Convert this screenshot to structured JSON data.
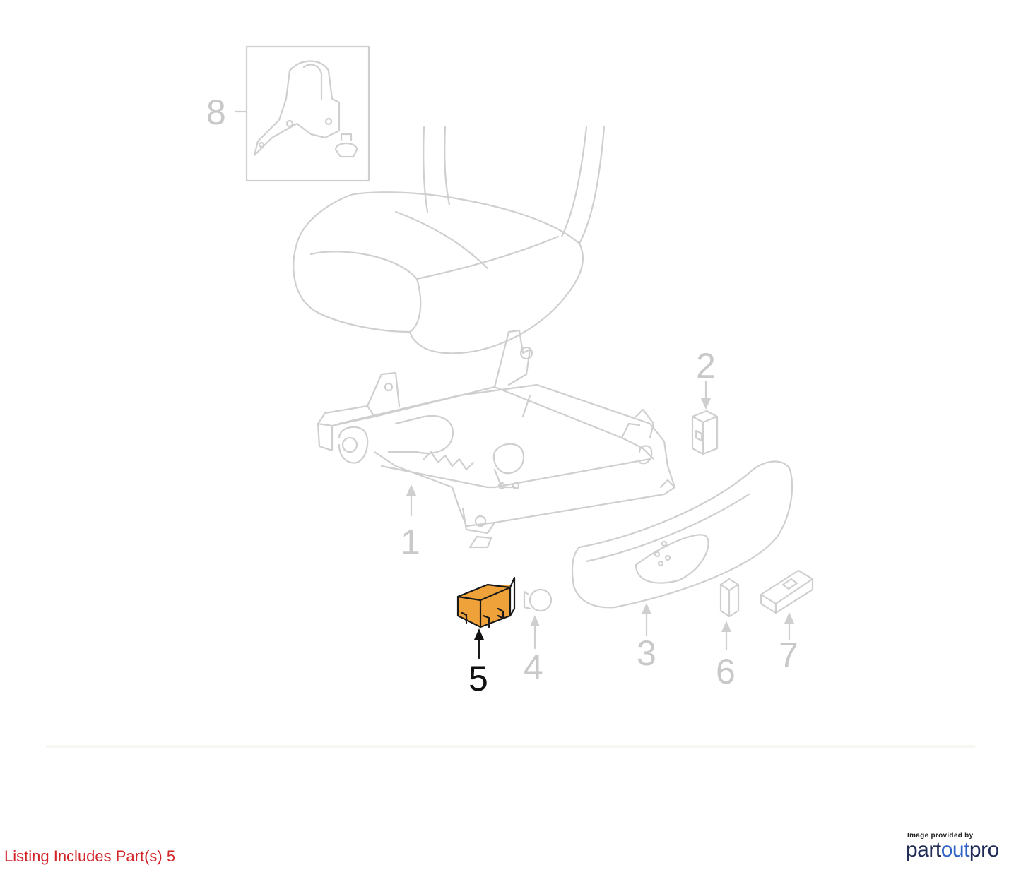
{
  "callouts": {
    "c1": "1",
    "c2": "2",
    "c3": "3",
    "c4": "4",
    "c5": "5",
    "c6": "6",
    "c7": "7",
    "c8": "8"
  },
  "highlighted_part": "5",
  "colors": {
    "highlight_fill": "#f0a23a",
    "caption": "#d0262a",
    "line_gray": "#cfcfcf",
    "brand_dark": "#1f2a55",
    "brand_blue": "#2f63c6"
  },
  "caption": "Listing Includes Part(s) 5",
  "credit": {
    "small": "Image provided by",
    "brand_part1": "part",
    "brand_part2": "out",
    "brand_part3": "pro"
  }
}
